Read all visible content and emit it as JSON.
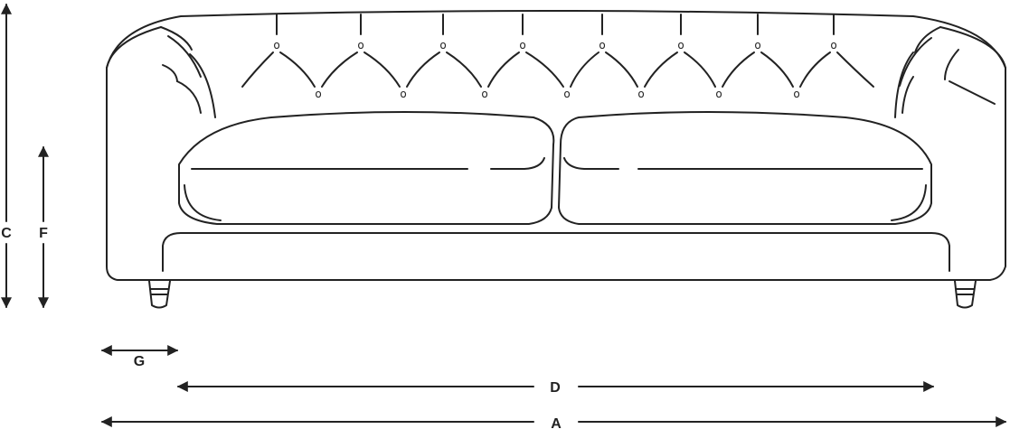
{
  "colors": {
    "ink": "#222222",
    "background": "#ffffff"
  },
  "dimensions": {
    "C": {
      "label": "C"
    },
    "F": {
      "label": "F"
    },
    "G": {
      "label": "G"
    },
    "D": {
      "label": "D"
    },
    "A": {
      "label": "A"
    }
  },
  "buttons": {
    "glyph": "o",
    "upper_count": 8,
    "lower_count": 7
  }
}
